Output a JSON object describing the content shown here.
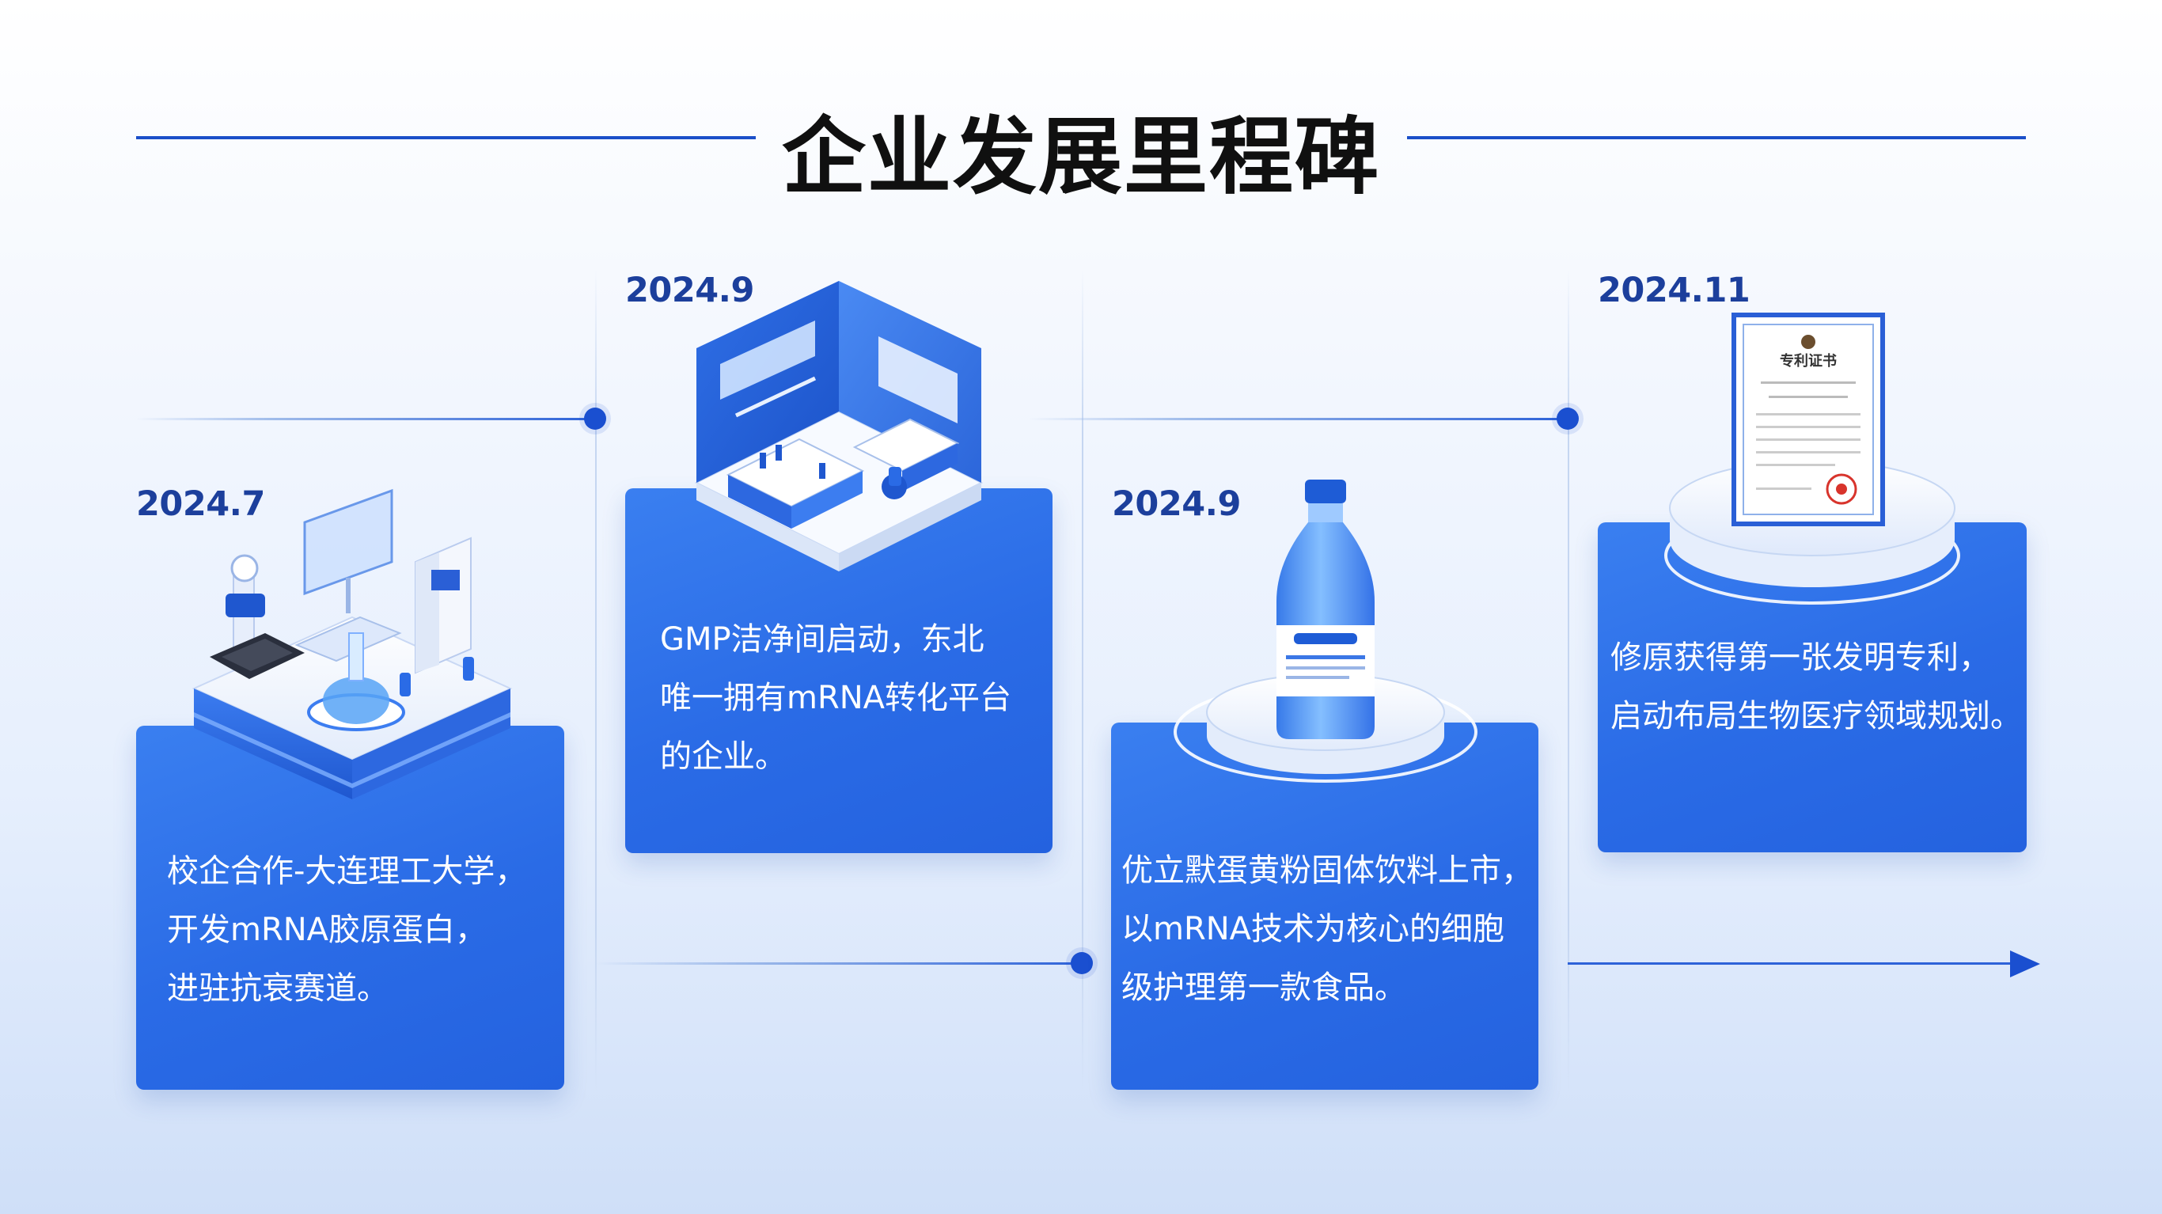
{
  "title": "企业发展里程碑",
  "milestones": [
    {
      "date": "2024.7",
      "lines": [
        "校企合作-大连理工大学，",
        "开发mRNA胶原蛋白，",
        "进驻抗衰赛道。"
      ]
    },
    {
      "date": "2024.9",
      "lines": [
        "GMP洁净间启动，东北",
        "唯一拥有mRNA转化平台",
        "的企业。"
      ]
    },
    {
      "date": "2024.9",
      "lines": [
        "优立默蛋黄粉固体饮料上市，",
        "以mRNA技术为核心的细胞",
        "级护理第一款食品。"
      ]
    },
    {
      "date": "2024.11",
      "lines": [
        "修原获得第一张发明专利，",
        "启动布局生物医疗领域规划。"
      ]
    }
  ],
  "certificate_title": "专利证书",
  "colors": {
    "primary": "#2a6be6",
    "timeline": "#1a4fd0",
    "date": "#1c3f9c",
    "title": "#101010"
  },
  "icons": [
    "lab-station-icon",
    "clean-room-icon",
    "bottle-icon",
    "certificate-icon"
  ]
}
